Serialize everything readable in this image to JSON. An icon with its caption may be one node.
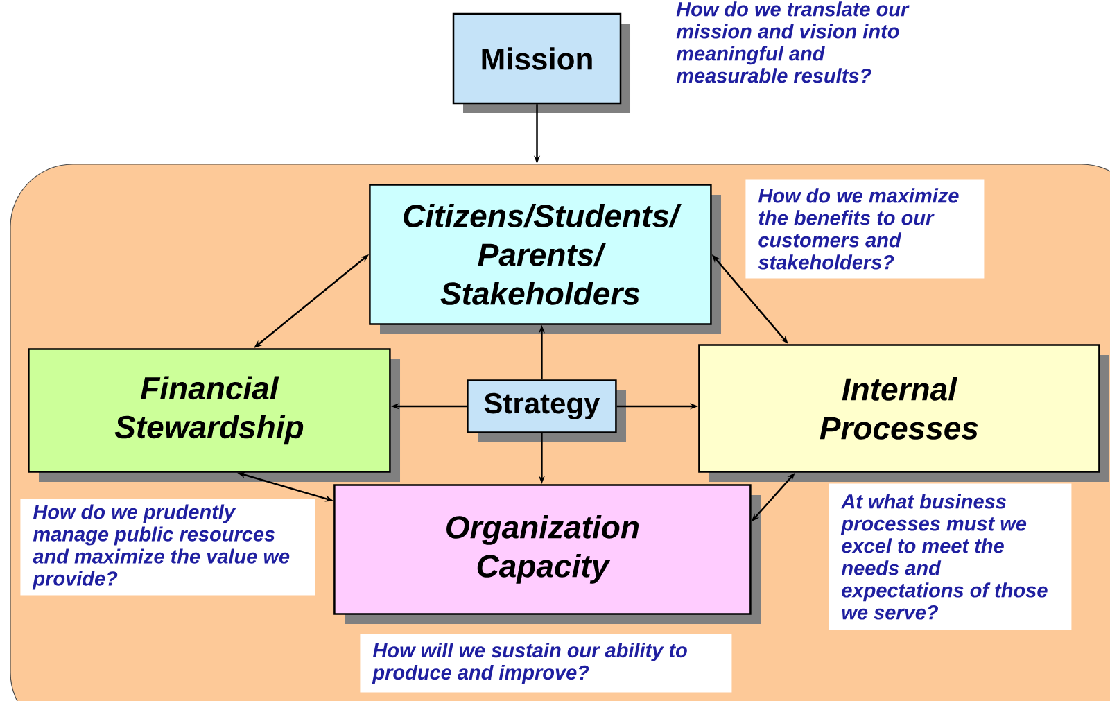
{
  "diagram": {
    "nodes": [
      {
        "text": [
          "Mission"
        ]
      },
      {
        "text": [],
        "shape": "box"
      },
      {
        "text": [
          "Citizens/Students/ Parents/ Stakeholders"
        ],
        "in": 1
      },
      {
        "text": [
          "How do we maximize the benefits to our customers and stakeholders?"
        ],
        "in": 1
      },
      {
        "text": [
          "Financial Stewardship"
        ],
        "in": 1
      },
      {
        "text": [
          "Strategy"
        ],
        "in": 1
      },
      {
        "text": [
          "Internal Processes"
        ],
        "in": 1
      },
      {
        "text": [
          "How do we prudently manage public resources and maximize the value we provide?"
        ],
        "in": 1
      },
      {
        "text": [
          "Organization Capacity"
        ],
        "in": 1
      },
      {
        "text": [
          "At what business processes must we excel to meet the needs and expectations of those we serve?"
        ],
        "in": 1
      },
      {
        "text": [
          "How will we sustain our ability to produce and improve?"
        ],
        "in": 1
      }
    ],
    "edges": [
      {
        "from": 0,
        "to": 1,
        "arrow": "to"
      },
      {
        "from": 2,
        "to": 4,
        "arrow": "both"
      },
      {
        "from": 2,
        "to": 6,
        "arrow": "both"
      },
      {
        "from": 5,
        "to": 2,
        "arrow": "to"
      },
      {
        "from": 5,
        "to": 4,
        "arrow": "to"
      },
      {
        "from": 5,
        "to": 6,
        "arrow": "to"
      },
      {
        "from": 5,
        "to": 8,
        "arrow": "to"
      },
      {
        "from": 4,
        "to": 8,
        "arrow": "both"
      },
      {
        "from": 6,
        "to": 8,
        "arrow": "both"
      }
    ],
    "labels": [
      "How do we translate our mission and vision into meaningful and measurable results?"
    ]
  }
}
